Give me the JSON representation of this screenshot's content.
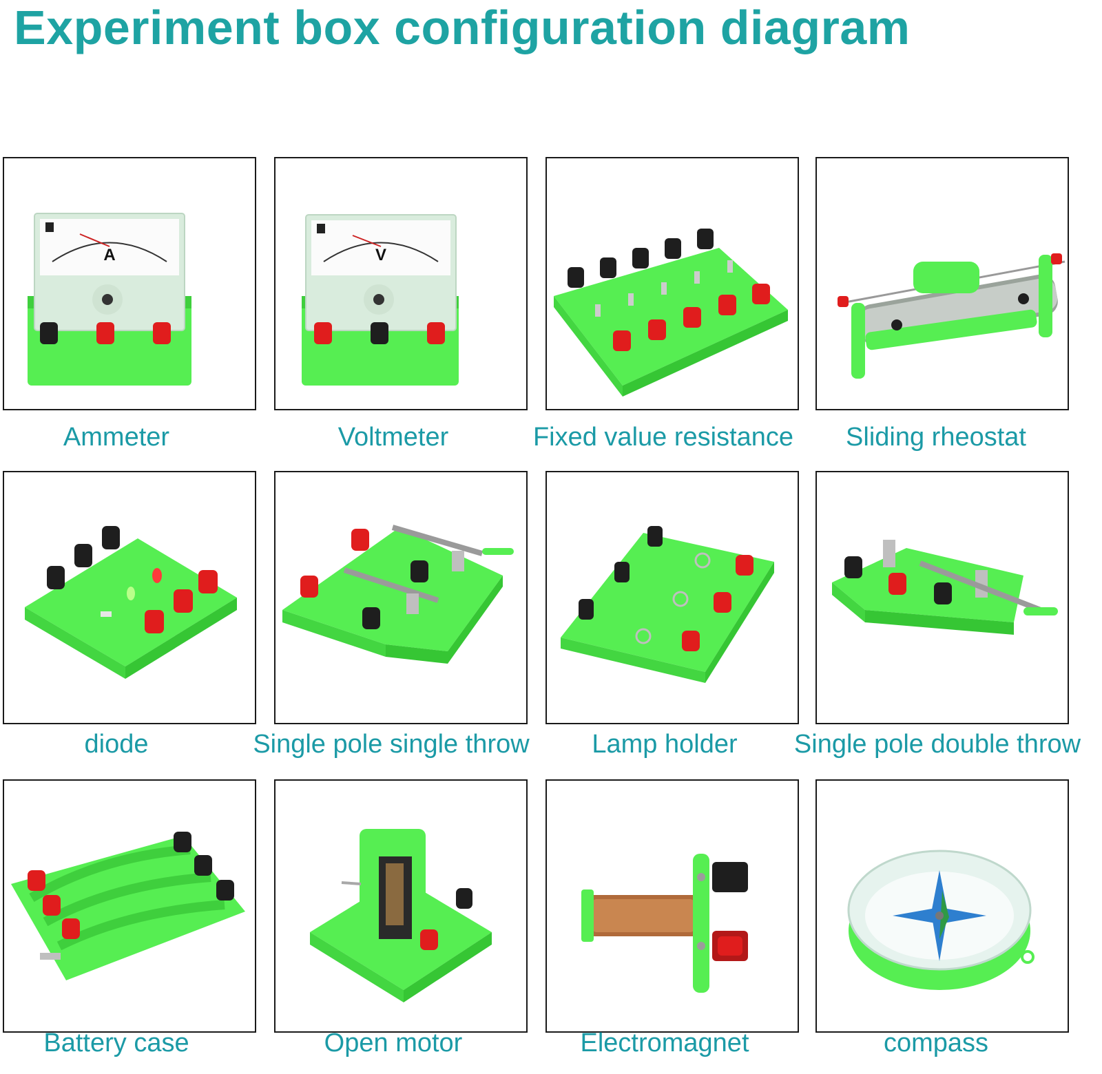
{
  "title": "Experiment box configuration diagram",
  "colors": {
    "title": "#1ea3a3",
    "label": "#1b9aa6",
    "board_green": "#5ef25a",
    "board_green_dark": "#39c93a",
    "terminal_red": "#e01d1d",
    "terminal_black": "#1e1e1e",
    "tile_border": "#1a1a1a"
  },
  "components": [
    {
      "label": "Ammeter",
      "icon": "ammeter-icon",
      "meter_letter": "A"
    },
    {
      "label": "Voltmeter",
      "icon": "voltmeter-icon",
      "meter_letter": "V"
    },
    {
      "label": "Fixed value resistance",
      "icon": "resistor-board-icon"
    },
    {
      "label": "Sliding rheostat",
      "icon": "rheostat-icon"
    },
    {
      "label": "diode",
      "icon": "diode-board-icon"
    },
    {
      "label": "Single pole single throw",
      "icon": "spst-switch-icon"
    },
    {
      "label": "Lamp holder",
      "icon": "lamp-holder-icon"
    },
    {
      "label": "Single pole double throw",
      "icon": "spdt-switch-icon"
    },
    {
      "label": "Battery case",
      "icon": "battery-case-icon"
    },
    {
      "label": "Open motor",
      "icon": "motor-icon"
    },
    {
      "label": "Electromagnet",
      "icon": "electromagnet-icon"
    },
    {
      "label": "compass",
      "icon": "compass-icon"
    }
  ]
}
